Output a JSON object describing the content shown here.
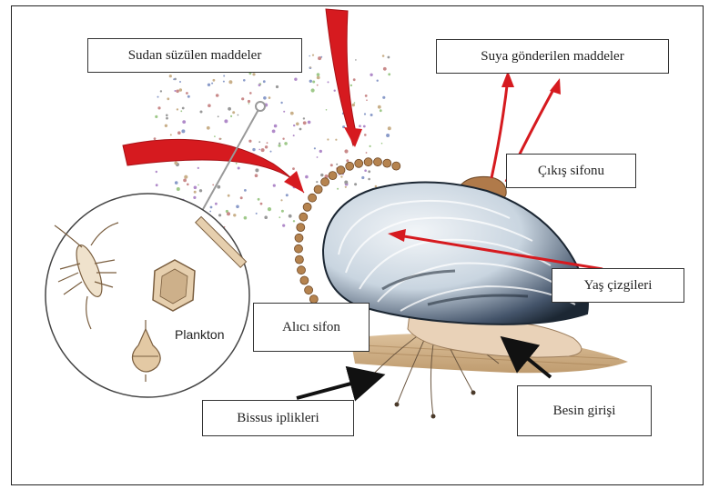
{
  "labels": {
    "filtered_in": "Sudan süzülen maddeler",
    "expelled": "Suya gönderilen maddeler",
    "exhalant_siphon": "Çıkış sifonu",
    "growth_lines": "Yaş çizgileri",
    "inhalant_siphon": "Alıcı sifon",
    "food_intake": "Besin girişi",
    "byssus": "Bissus iplikleri",
    "plankton": "Plankton"
  },
  "colors": {
    "arrow_red": "#d61a1f",
    "shell_dark": "#1c2733",
    "shell_light": "#dde6ef",
    "sand": "#c9a77d",
    "siphon": "#b07a4a"
  }
}
